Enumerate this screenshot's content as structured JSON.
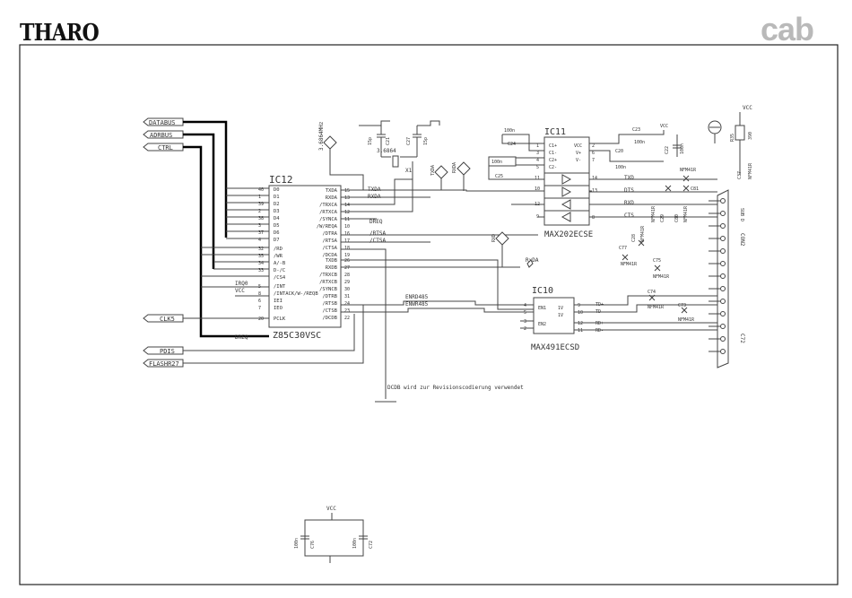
{
  "logos": {
    "left": "THARO",
    "right": "cab"
  },
  "ports": [
    "DATABUS",
    "ADRBUS",
    "CTRL",
    "CLK5",
    "PDIS",
    "FLASHR27"
  ],
  "ic12": {
    "label": "IC12",
    "part": "Z85C30VSC",
    "left_pins": [
      "D0",
      "D1",
      "D2",
      "D3",
      "D4",
      "D5",
      "D6",
      "D7",
      "/RD",
      "/WR",
      "A/-B",
      "D-/C",
      "/CS4",
      "/INT",
      "/INTACK/W-/REQB",
      "IEI",
      "IEO",
      "PCLK"
    ],
    "left_nums": [
      "40",
      "1",
      "39",
      "2",
      "38",
      "3",
      "37",
      "4",
      "32",
      "35",
      "34",
      "33",
      "",
      "5",
      "8",
      "6",
      "7",
      "20"
    ],
    "right_pins": [
      "TXDA",
      "RXDA",
      "/TRXCA",
      "/RTXCA",
      "/SYNCA",
      "/W/REQA",
      "/DTRA",
      "/RTSA",
      "/CTSA",
      "/DCDA",
      "TXDB",
      "RXDB",
      "/TRXCB",
      "/RTXCB",
      "/SYNCB",
      "/DTRB",
      "/RTSB",
      "/CTSB",
      "/DCDB"
    ],
    "right_nums": [
      "15",
      "13",
      "14",
      "12",
      "11",
      "10",
      "16",
      "17",
      "18",
      "19",
      "26",
      "27",
      "28",
      "29",
      "30",
      "31",
      "24",
      "23",
      "22"
    ]
  },
  "ic11": {
    "label": "IC11",
    "part": "MAX202ECSE",
    "pins_left": [
      "C1+",
      "C1-",
      "C2+",
      "C2-"
    ],
    "pins_right": [
      "VCC",
      "V+",
      "V-"
    ],
    "signals": [
      "TXD",
      "DTS",
      "RXD",
      "CTS"
    ],
    "left_nums": [
      "1",
      "3",
      "4",
      "5",
      "11",
      "10",
      "12",
      "9"
    ],
    "right_nums": [
      "2",
      "6",
      "14",
      "7",
      "13",
      "8"
    ]
  },
  "ic10": {
    "label": "IC10",
    "part": "MAX491ECSD",
    "pins": [
      "EN1",
      "EN2",
      "1V",
      "1V"
    ],
    "signals": [
      "TD+",
      "TD-",
      "RD+",
      "RD-"
    ],
    "nums": [
      "4",
      "5",
      "3",
      "2",
      "9",
      "10",
      "12",
      "11"
    ]
  },
  "net_labels": {
    "txda": "TXDA",
    "rxda": "RXDA",
    "dreq": "DREQ",
    "irq0": "IRQ0",
    "vcc": "VCC",
    "rtsa": "/RTSA",
    "ctsa": "/CTSA",
    "rxda2": "RxDA",
    "enrd485": "ENRD485",
    "enwr485": "ENWR485",
    "dreq2": "DREQ",
    "note": "DCDB wird zur Revisionscodierung verwendet"
  },
  "components": {
    "crystal_vert": "3.6864MHz",
    "crystal": "3.6864",
    "x1": "X1",
    "c21": "C21",
    "c21v": "15p",
    "c27": "C27",
    "c27v": "15p",
    "c24v": "100n",
    "c24": "C24",
    "c25v": "100n",
    "c25": "C25",
    "c23": "C23",
    "c23v": "100n",
    "c22v": "100n",
    "c22": "C22",
    "c20": "C20",
    "c20v": "100n",
    "vcc1": "VCC",
    "vcc2": "VCC",
    "vcc3": "VCC",
    "r_top": "R35",
    "r_top_v": "390",
    "nfm": [
      "NFM41R",
      "NFM41R",
      "NFM41R",
      "NFM41R",
      "NFM41R",
      "NFM41R",
      "NFM41R"
    ],
    "c_labels": [
      "C81",
      "C29",
      "C80",
      "C28",
      "C77",
      "C75",
      "C74",
      "C73",
      "C76",
      "C72"
    ],
    "rxda_label": "RXDA",
    "txda_label": "TXDA",
    "rxd_lbl": "RXD",
    "txd_lbl": "TXD",
    "nfm_vert": "NFM41R",
    "c_vert": "C37",
    "con": "CON2",
    "sub": "SUB D",
    "dcap1": "100n",
    "dcap1n": "C76",
    "dcap2": "100n",
    "dcap2n": "C72",
    "vcc_bottom": "VCC"
  }
}
